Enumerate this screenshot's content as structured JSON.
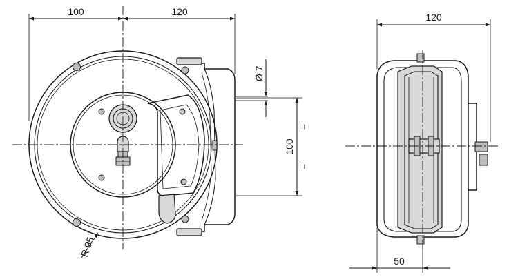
{
  "front_view": {
    "dim_left_width": "100",
    "dim_right_width": "120",
    "dim_outlet_height": "100",
    "dim_hole_diameter": "Ø 7",
    "dim_radius": "R 95",
    "equal_mark_upper": "=",
    "equal_mark_lower": "="
  },
  "side_view": {
    "dim_total_depth": "120",
    "dim_base_depth": "50"
  },
  "colors": {
    "line": "#1a1a1a",
    "body_fill": "#d9d9d9",
    "detail_fill": "#bfbfbf",
    "background": "#ffffff"
  }
}
